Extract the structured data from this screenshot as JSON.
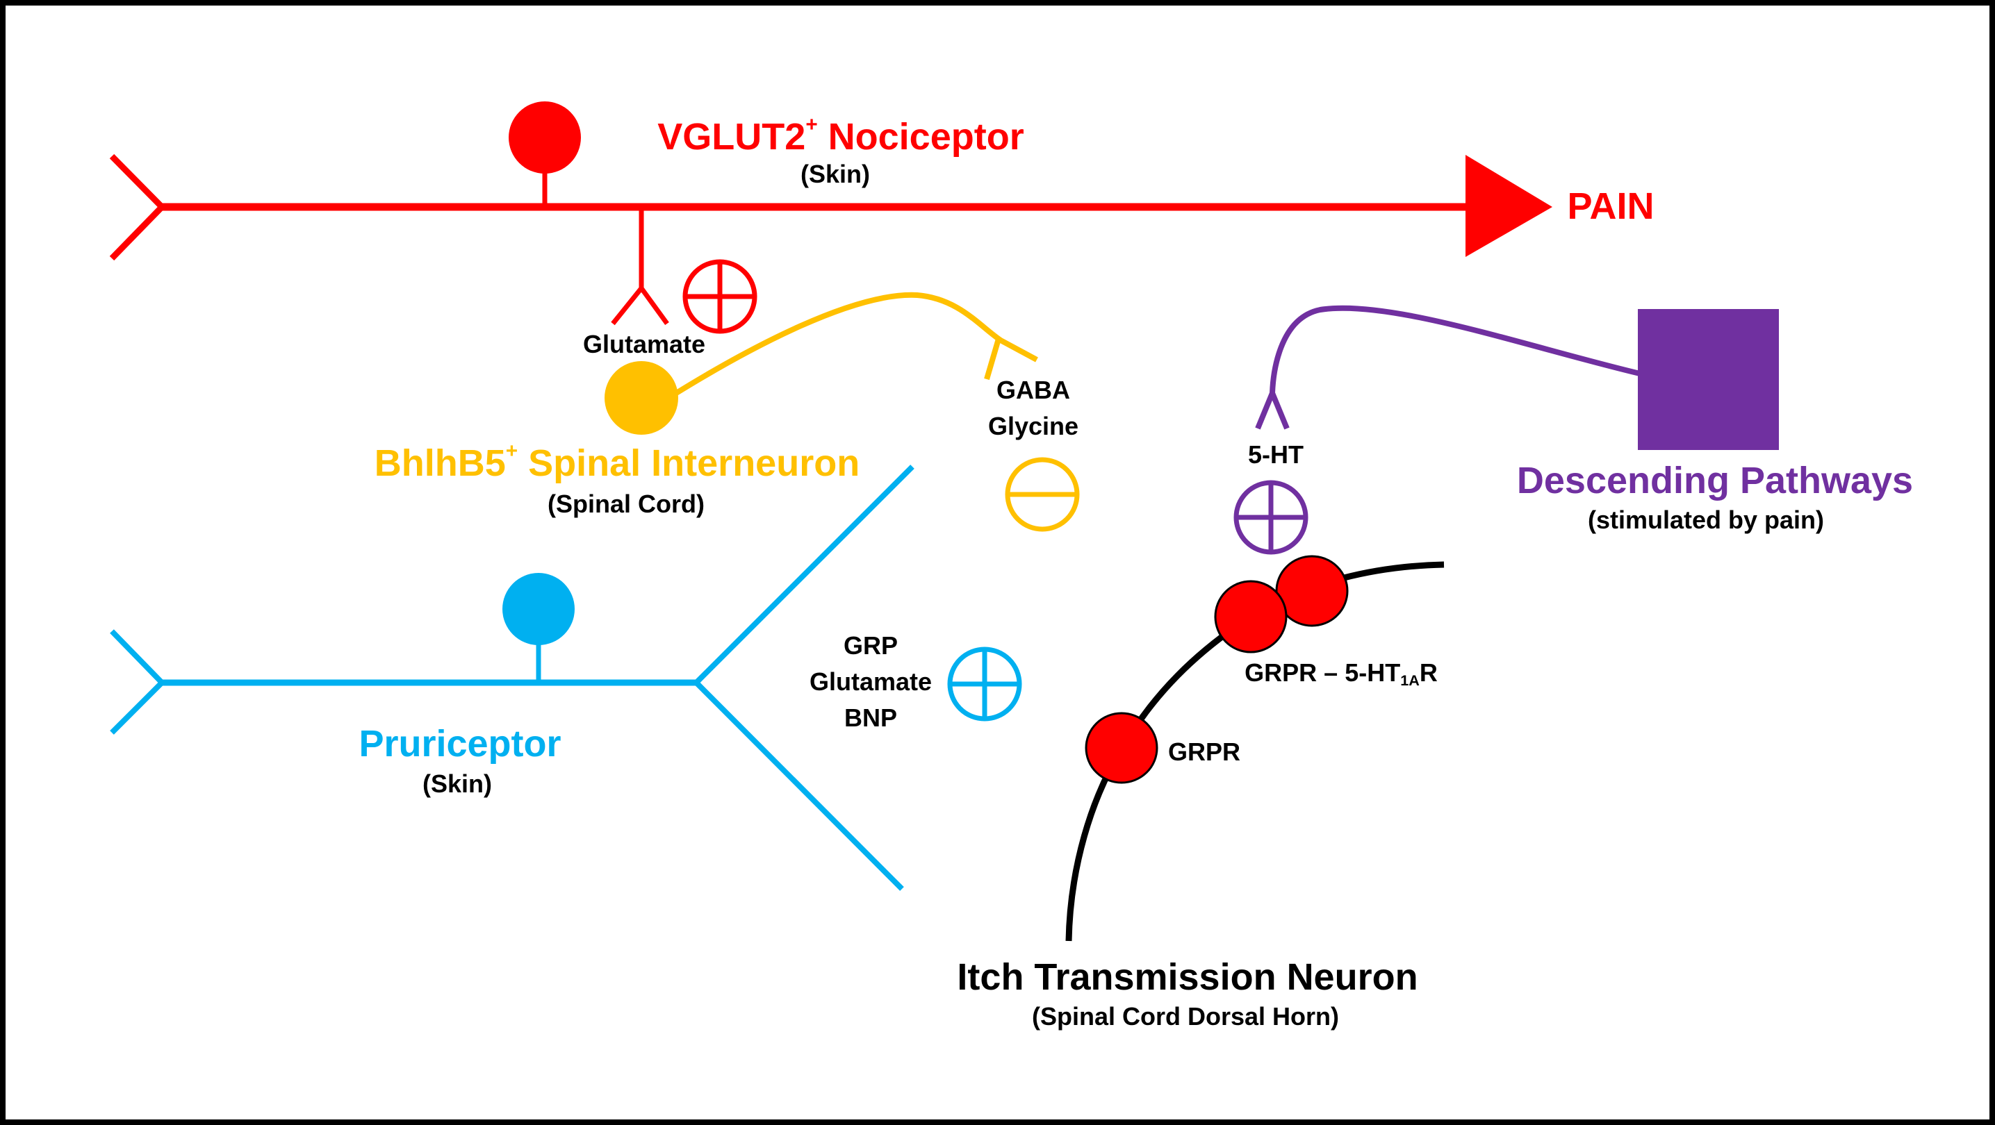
{
  "colors": {
    "nociceptor": "#ff0000",
    "interneuron": "#ffc000",
    "pruriceptor": "#00b0f0",
    "descending": "#7030a0",
    "itch_neuron": "#000000",
    "receptor": "#ff0000"
  },
  "nociceptor": {
    "title_main": "VGLUT2",
    "title_sup": "+",
    "title_rest": " Nociceptor",
    "location": "(Skin)",
    "output_label": "PAIN",
    "transmitter": "Glutamate",
    "effect": "excitatory"
  },
  "interneuron": {
    "title_main": "BhlhB5",
    "title_sup": "+",
    "title_rest": " Spinal Interneuron",
    "location": "(Spinal Cord)",
    "transmitters": [
      "GABA",
      "Glycine"
    ],
    "effect": "inhibitory"
  },
  "pruriceptor": {
    "title": "Pruriceptor",
    "location": "(Skin)",
    "transmitters": [
      "GRP",
      "Glutamate",
      "BNP"
    ],
    "effect": "excitatory"
  },
  "descending": {
    "title": "Descending Pathways",
    "note": "(stimulated by pain)",
    "transmitter": "5-HT",
    "effect": "excitatory"
  },
  "itch_neuron": {
    "title": "Itch Transmission Neuron",
    "location": "(Spinal Cord Dorsal Horn)",
    "receptor_single": "GRPR",
    "receptor_dimer_main": "GRPR – 5-HT",
    "receptor_dimer_sub": "1A",
    "receptor_dimer_end": "R"
  }
}
